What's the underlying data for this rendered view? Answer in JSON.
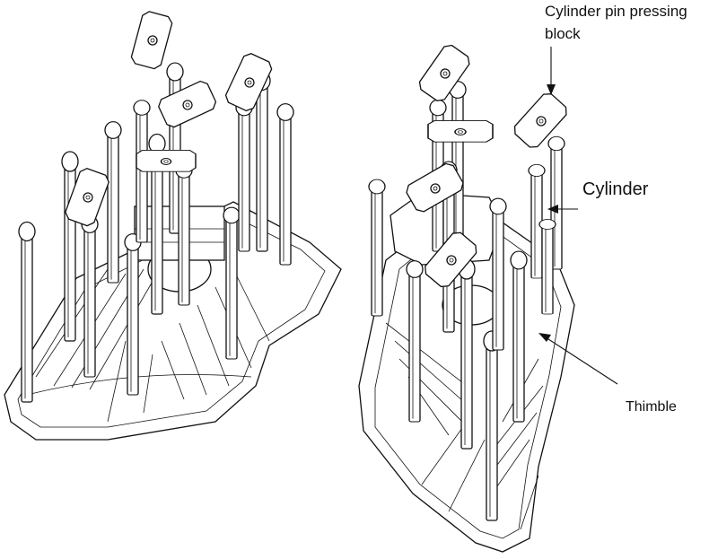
{
  "labels": {
    "pin_block_line1": "Cylinder pin pressing",
    "pin_block_line2": "block",
    "cylinder": "Cylinder",
    "thimble": "Thimble"
  },
  "colors": {
    "line": "#111111",
    "background": "#ffffff"
  }
}
